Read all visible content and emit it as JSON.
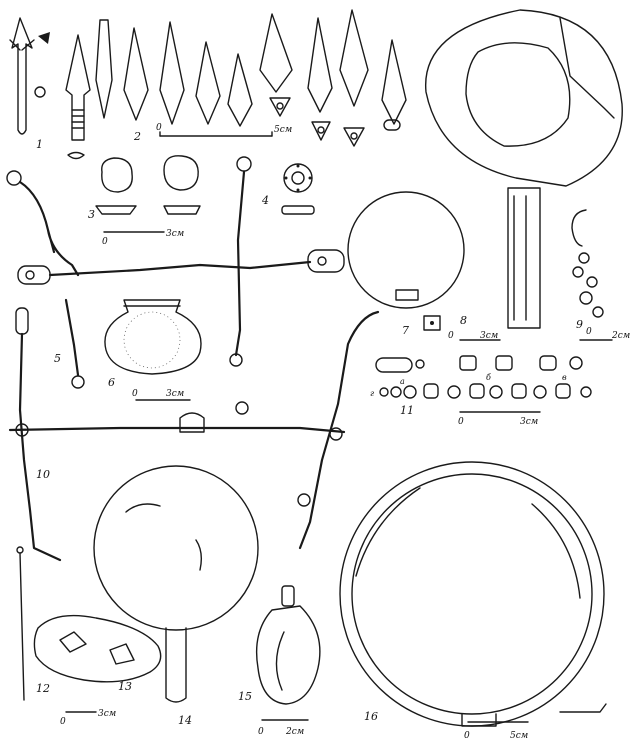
{
  "figure_numbers": [
    "1",
    "2",
    "3",
    "4",
    "5",
    "6",
    "7",
    "8",
    "9",
    "10",
    "11",
    "12",
    "13",
    "14",
    "15",
    "16"
  ],
  "bead_sub_labels": [
    "а",
    "б",
    "в",
    "г"
  ],
  "scale_labels": {
    "s2": "5см",
    "s3": "3см",
    "s6": "3см",
    "s8": "3см",
    "s9": "2см",
    "s11": "3см",
    "s13": "3см",
    "s15": "2см",
    "s16": "5см",
    "zero": "0"
  }
}
